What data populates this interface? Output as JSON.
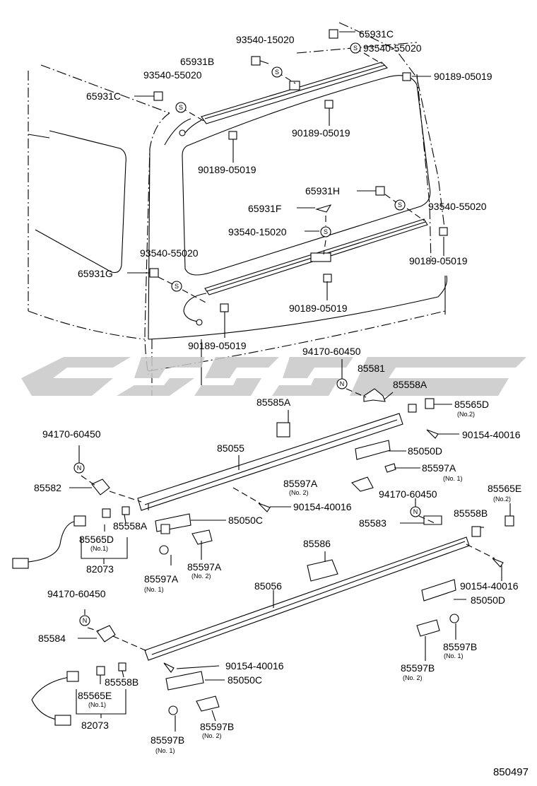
{
  "watermark": "",
  "figure_number": "850497",
  "labels": [
    {
      "id": "l1",
      "text": "65931C"
    },
    {
      "id": "l2",
      "text": "93540-15020"
    },
    {
      "id": "l3",
      "text": "93540-55020"
    },
    {
      "id": "l4",
      "text": "65931B"
    },
    {
      "id": "l5",
      "text": "90189-05019"
    },
    {
      "id": "l6",
      "text": "93540-55020"
    },
    {
      "id": "l7",
      "text": "65931C"
    },
    {
      "id": "l8",
      "text": "90189-05019"
    },
    {
      "id": "l9",
      "text": "90189-05019"
    },
    {
      "id": "l10",
      "text": "65931H"
    },
    {
      "id": "l11",
      "text": "65931F"
    },
    {
      "id": "l12",
      "text": "93540-55020"
    },
    {
      "id": "l13",
      "text": "93540-15020"
    },
    {
      "id": "l14",
      "text": "93540-55020"
    },
    {
      "id": "l15",
      "text": "90189-05019"
    },
    {
      "id": "l16",
      "text": "65931G"
    },
    {
      "id": "l17",
      "text": "90189-05019"
    },
    {
      "id": "l18",
      "text": "90189-05019"
    },
    {
      "id": "l19",
      "text": "94170-60450"
    },
    {
      "id": "l20",
      "text": "85581"
    },
    {
      "id": "l21",
      "text": "85558A"
    },
    {
      "id": "l22",
      "text": "85565D"
    },
    {
      "id": "l23",
      "text": "85585A"
    },
    {
      "id": "l24",
      "text": "90154-40016"
    },
    {
      "id": "l25",
      "text": "94170-60450"
    },
    {
      "id": "l26",
      "text": "85055"
    },
    {
      "id": "l27",
      "text": "85050D"
    },
    {
      "id": "l28",
      "text": "85597A"
    },
    {
      "id": "l29",
      "text": "85582"
    },
    {
      "id": "l30",
      "text": "85597A"
    },
    {
      "id": "l31",
      "text": "94170-60450"
    },
    {
      "id": "l32",
      "text": "85565E"
    },
    {
      "id": "l33",
      "text": "90154-40016"
    },
    {
      "id": "l34",
      "text": "85558A"
    },
    {
      "id": "l35",
      "text": "85050C"
    },
    {
      "id": "l36",
      "text": "85583"
    },
    {
      "id": "l37",
      "text": "85558B"
    },
    {
      "id": "l38",
      "text": "85565D"
    },
    {
      "id": "l39",
      "text": "85586"
    },
    {
      "id": "l40",
      "text": "82073"
    },
    {
      "id": "l41",
      "text": "85597A"
    },
    {
      "id": "l42",
      "text": "85597A"
    },
    {
      "id": "l43",
      "text": "85056"
    },
    {
      "id": "l44",
      "text": "90154-40016"
    },
    {
      "id": "l45",
      "text": "94170-60450"
    },
    {
      "id": "l46",
      "text": "85050D"
    },
    {
      "id": "l47",
      "text": "85584"
    },
    {
      "id": "l48",
      "text": "85597B"
    },
    {
      "id": "l49",
      "text": "90154-40016"
    },
    {
      "id": "l50",
      "text": "85597B"
    },
    {
      "id": "l51",
      "text": "85558B"
    },
    {
      "id": "l52",
      "text": "85050C"
    },
    {
      "id": "l53",
      "text": "85565E"
    },
    {
      "id": "l54",
      "text": "82073"
    },
    {
      "id": "l55",
      "text": "85597B"
    },
    {
      "id": "l56",
      "text": "85597B"
    }
  ],
  "sublabels": [
    {
      "id": "s1",
      "text": "(No.2)"
    },
    {
      "id": "s2",
      "text": "(No. 2)"
    },
    {
      "id": "s3",
      "text": "(No. 1)"
    },
    {
      "id": "s4",
      "text": "(No.2)"
    },
    {
      "id": "s5",
      "text": "(No.1)"
    },
    {
      "id": "s6",
      "text": "(No. 1)"
    },
    {
      "id": "s7",
      "text": "(No. 2)"
    },
    {
      "id": "s8",
      "text": "(No. 1)"
    },
    {
      "id": "s9",
      "text": "(No. 2)"
    },
    {
      "id": "s10",
      "text": "(No.1)"
    },
    {
      "id": "s11",
      "text": "(No. 2)"
    },
    {
      "id": "s12",
      "text": "(No. 1)"
    }
  ],
  "symbols": {
    "s": "S",
    "n": "N"
  }
}
